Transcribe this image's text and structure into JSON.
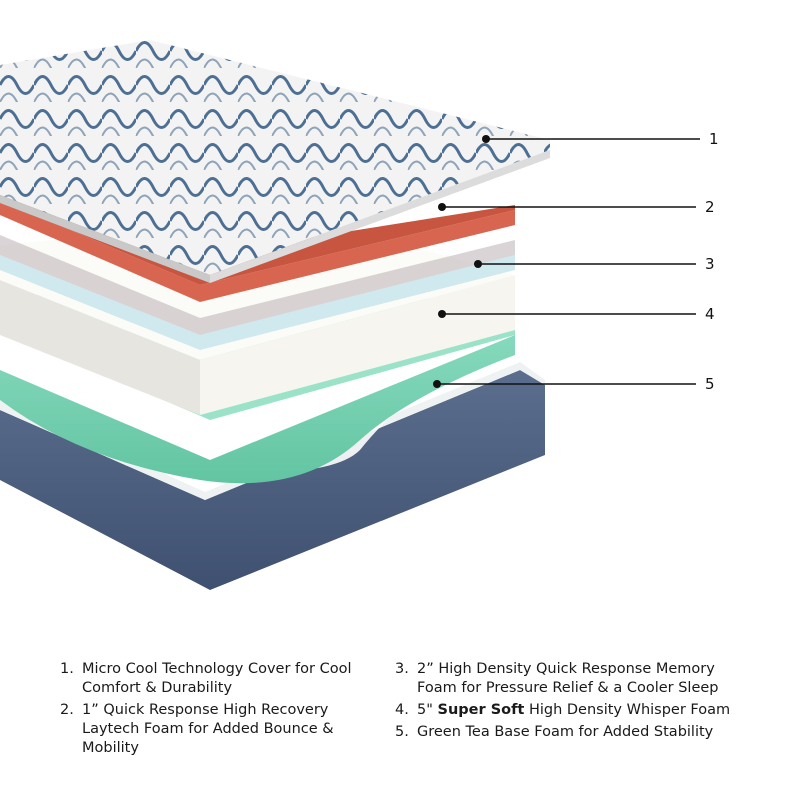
{
  "callouts": [
    "1",
    "2",
    "3",
    "4",
    "5"
  ],
  "legend": [
    {
      "num": "1.",
      "text": "Micro Cool Technology Cover for Cool Comfort & Durability"
    },
    {
      "num": "2.",
      "text": "1” Quick Response High Recovery Laytech Foam for Added Bounce & Mobility"
    },
    {
      "num": "3.",
      "text": "2” High Density Quick Response Memory Foam for Pressure Relief & a Cooler Sleep"
    },
    {
      "num": "4.",
      "text_before": "5\" ",
      "text_bold": "Super Soft",
      "text_after": " High Density Whisper Foam"
    },
    {
      "num": "5.",
      "text": "Green Tea Base Foam for Added Stability"
    }
  ],
  "colors": {
    "cover": "#f2f2f2",
    "cover_pattern": "#4d6f93",
    "layer2": "#d8654f",
    "layer3": "#cfe9ee",
    "layer4": "#f1f0ea",
    "layer5": "#7fd3b6",
    "base": "#4c5f7e"
  },
  "icons": [
    "mattress-layers-illustration"
  ]
}
